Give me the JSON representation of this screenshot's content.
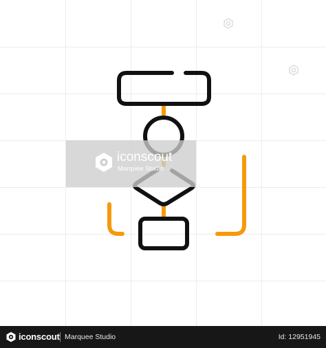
{
  "colors": {
    "stroke_primary": "#111111",
    "stroke_accent": "#f59a0c",
    "grid_line": "#ececec",
    "footer_background": "#171717"
  },
  "diagram": {
    "type": "flowchart-icon",
    "nodes": [
      {
        "shape": "rectangle",
        "label": ""
      },
      {
        "shape": "circle",
        "label": ""
      },
      {
        "shape": "diamond",
        "label": ""
      },
      {
        "shape": "rectangle",
        "label": ""
      }
    ],
    "connectors": [
      {
        "from": 0,
        "to": 1,
        "color": "accent"
      },
      {
        "from": 1,
        "to": 2,
        "color": "accent"
      },
      {
        "from": 2,
        "to": 3,
        "color": "accent"
      }
    ],
    "side_brackets": [
      "left",
      "right"
    ]
  },
  "watermark": {
    "brand": "iconscout",
    "author": "Marquee Studio",
    "icon": "iconscout-logo-icon"
  },
  "footer": {
    "brand": "iconscout",
    "author": "Marquee Studio",
    "id_text": "Id: 12951945",
    "icon": "iconscout-logo-icon"
  }
}
